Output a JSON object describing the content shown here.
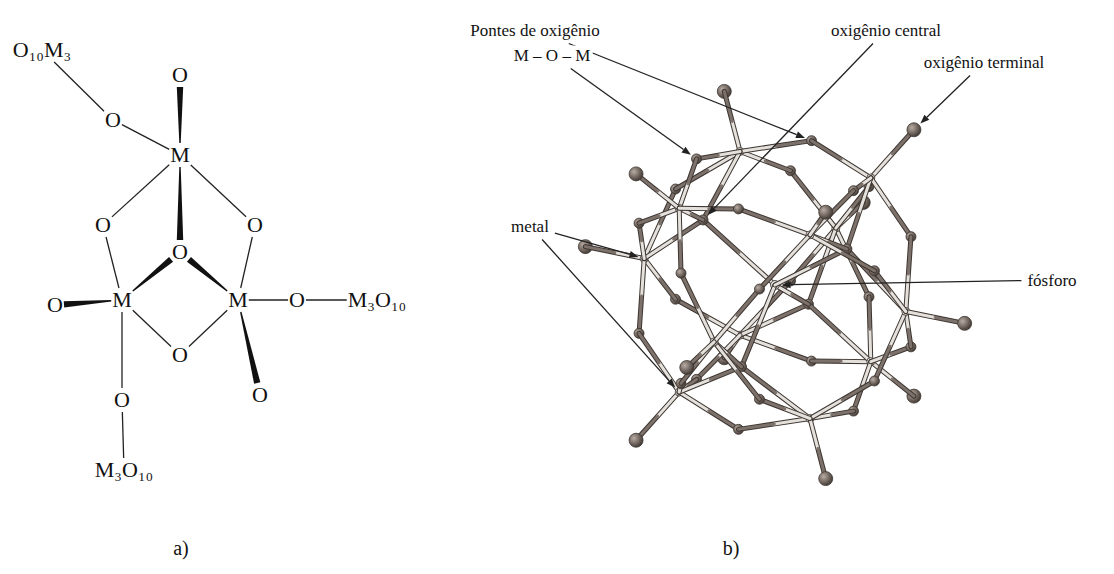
{
  "diagram": {
    "labels": [
      "O₁₀M₃",
      "O",
      "O",
      "M",
      "O",
      "O",
      "O",
      "M",
      "M",
      "O",
      "O",
      "M₃O₁₀",
      "O",
      "O",
      "O",
      "M₃O₁₀",
      "a)",
      "Pontes de oxigênio",
      "M – O – M",
      "oxigênio central",
      "oxigênio terminal",
      "metal",
      "fósforo",
      "b)"
    ]
  }
}
